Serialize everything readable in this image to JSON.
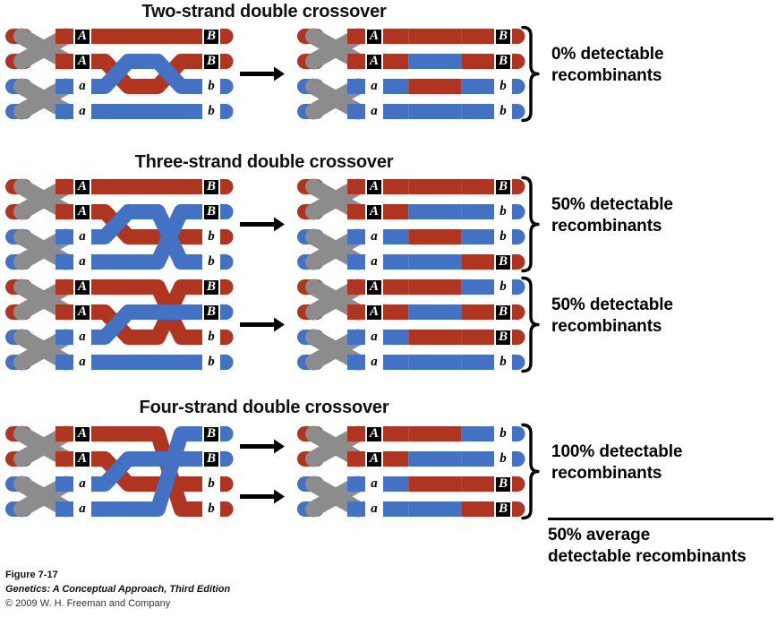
{
  "figure": {
    "caption_number": "Figure 7-17",
    "book_title": "Genetics: A Conceptual Approach, Third Edition",
    "copyright": "© 2009 W. H. Freeman and Company"
  },
  "colors": {
    "red": "#B03520",
    "blue": "#4372C4",
    "centromere": "#8C8C8C",
    "text": "#000000",
    "background": "#FFFFFF"
  },
  "summary": {
    "average_line1": "50% average",
    "average_line2": "detectable recombinants"
  },
  "panels": [
    {
      "id": "two-strand",
      "title": "Two-strand double crossover",
      "groups": [
        {
          "result_line1": "0% detectable",
          "result_line2": "recombinants",
          "left_labels_start": [
            "A",
            "A",
            "a",
            "a"
          ],
          "left_labels_end": [
            "B",
            "B",
            "b",
            "b"
          ],
          "right_labels_start": [
            "A",
            "A",
            "a",
            "a"
          ],
          "right_labels_end": [
            "B",
            "B",
            "b",
            "b"
          ],
          "right_segments": [
            [
              "red",
              "red",
              "red"
            ],
            [
              "red",
              "blue",
              "red"
            ],
            [
              "blue",
              "red",
              "blue"
            ],
            [
              "blue",
              "blue",
              "blue"
            ]
          ],
          "crossovers": [
            {
              "at": 0.3,
              "strands": [
                2,
                3
              ]
            },
            {
              "at": 0.64,
              "strands": [
                2,
                3
              ]
            }
          ]
        }
      ]
    },
    {
      "id": "three-strand",
      "title": "Three-strand double crossover",
      "groups": [
        {
          "result_line1": "50% detectable",
          "result_line2": "recombinants",
          "left_labels_start": [
            "A",
            "A",
            "a",
            "a"
          ],
          "left_labels_end": [
            "B",
            "B",
            "b",
            "b"
          ],
          "right_labels_start": [
            "A",
            "A",
            "a",
            "a"
          ],
          "right_labels_end": [
            "B",
            "b",
            "b",
            "B"
          ],
          "right_segments": [
            [
              "red",
              "red",
              "red"
            ],
            [
              "red",
              "blue",
              "blue"
            ],
            [
              "blue",
              "red",
              "blue"
            ],
            [
              "blue",
              "blue",
              "red"
            ]
          ],
          "crossovers": [
            {
              "at": 0.3,
              "strands": [
                2,
                3
              ]
            },
            {
              "at": 0.64,
              "strands": [
                2,
                4
              ]
            }
          ]
        },
        {
          "result_line1": "50% detectable",
          "result_line2": "recombinants",
          "left_labels_start": [
            "A",
            "A",
            "a",
            "a"
          ],
          "left_labels_end": [
            "B",
            "B",
            "b",
            "b"
          ],
          "right_labels_start": [
            "A",
            "A",
            "a",
            "a"
          ],
          "right_labels_end": [
            "b",
            "B",
            "B",
            "b"
          ],
          "right_segments": [
            [
              "red",
              "red",
              "blue"
            ],
            [
              "red",
              "blue",
              "red"
            ],
            [
              "blue",
              "red",
              "red"
            ],
            [
              "blue",
              "blue",
              "blue"
            ]
          ],
          "crossovers": [
            {
              "at": 0.3,
              "strands": [
                2,
                3
              ]
            },
            {
              "at": 0.64,
              "strands": [
                1,
                3
              ]
            }
          ]
        }
      ]
    },
    {
      "id": "four-strand",
      "title": "Four-strand double crossover",
      "groups": [
        {
          "result_line1": "100% detectable",
          "result_line2": "recombinants",
          "left_labels_start": [
            "A",
            "A",
            "a",
            "a"
          ],
          "left_labels_end": [
            "B",
            "B",
            "b",
            "b"
          ],
          "right_labels_start": [
            "A",
            "A",
            "a",
            "a"
          ],
          "right_labels_end": [
            "b",
            "b",
            "B",
            "B"
          ],
          "right_segments": [
            [
              "red",
              "red",
              "blue"
            ],
            [
              "red",
              "blue",
              "blue"
            ],
            [
              "blue",
              "red",
              "red"
            ],
            [
              "blue",
              "blue",
              "red"
            ]
          ],
          "crossovers": [
            {
              "at": 0.3,
              "strands": [
                2,
                3
              ]
            },
            {
              "at": 0.64,
              "strands": [
                1,
                4
              ]
            }
          ]
        }
      ]
    }
  ]
}
